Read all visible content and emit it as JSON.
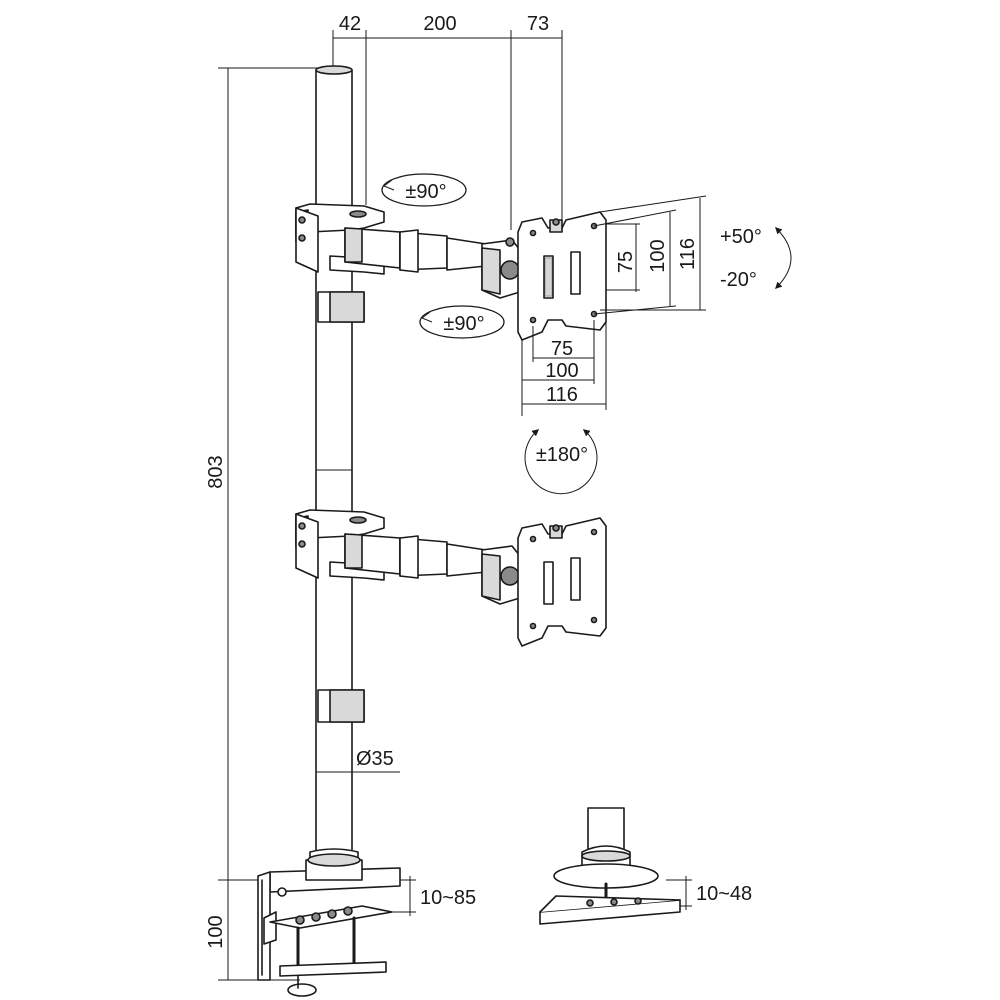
{
  "dimensions": {
    "top_offset": "42",
    "arm_length": "200",
    "plate_offset": "73",
    "total_height": "803",
    "vesa_v_small": "75",
    "vesa_v_mid": "100",
    "vesa_v_large": "116",
    "vesa_h_small": "75",
    "vesa_h_mid": "100",
    "vesa_h_large": "116",
    "pole_diameter": "Ø35",
    "clamp_range": "10~85",
    "clamp_height": "100",
    "grommet_range": "10~48"
  },
  "rotations": {
    "arm_swivel_top": "±90°",
    "arm_swivel_mid": "±90°",
    "tilt_up": "+50°",
    "tilt_down": "-20°",
    "rotate": "±180°"
  },
  "icons": {
    "rotation_arrow": "curved-arrow",
    "tilt_arrow": "curved-double-arrow"
  }
}
